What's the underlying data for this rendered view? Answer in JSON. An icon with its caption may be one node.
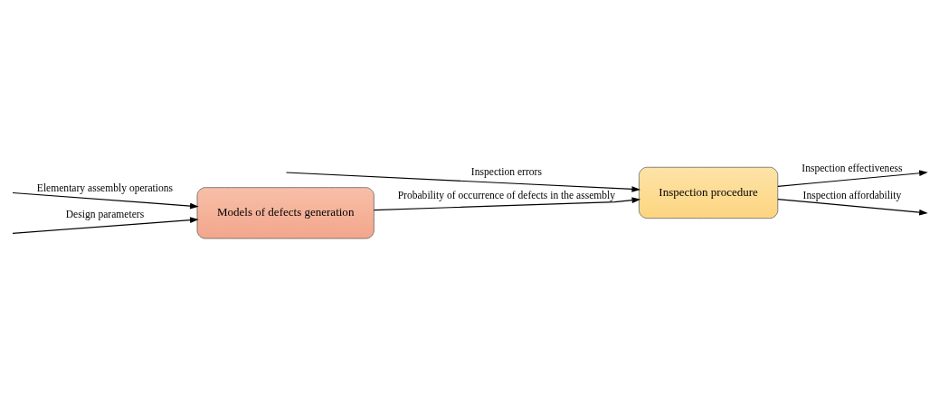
{
  "diagram": {
    "nodes": [
      {
        "text": [
          "Models of defects generation"
        ]
      },
      {
        "text": [
          "Inspection procedure"
        ]
      }
    ],
    "edges": [
      {
        "from": null,
        "to": 0,
        "arrow": "to",
        "label": "Elementary assembly operations"
      },
      {
        "from": null,
        "to": 0,
        "arrow": "to",
        "label": "Design parameters"
      },
      {
        "from": 0,
        "to": 1,
        "arrow": "to",
        "label": "Probability of occurrence of defects in the assembly"
      },
      {
        "from": null,
        "to": 1,
        "arrow": "to",
        "label": "Inspection errors"
      },
      {
        "from": 1,
        "to": null,
        "arrow": "to",
        "label": "Inspection effectiveness"
      },
      {
        "from": 1,
        "to": null,
        "arrow": "to",
        "label": "Inspection affordability"
      }
    ]
  }
}
